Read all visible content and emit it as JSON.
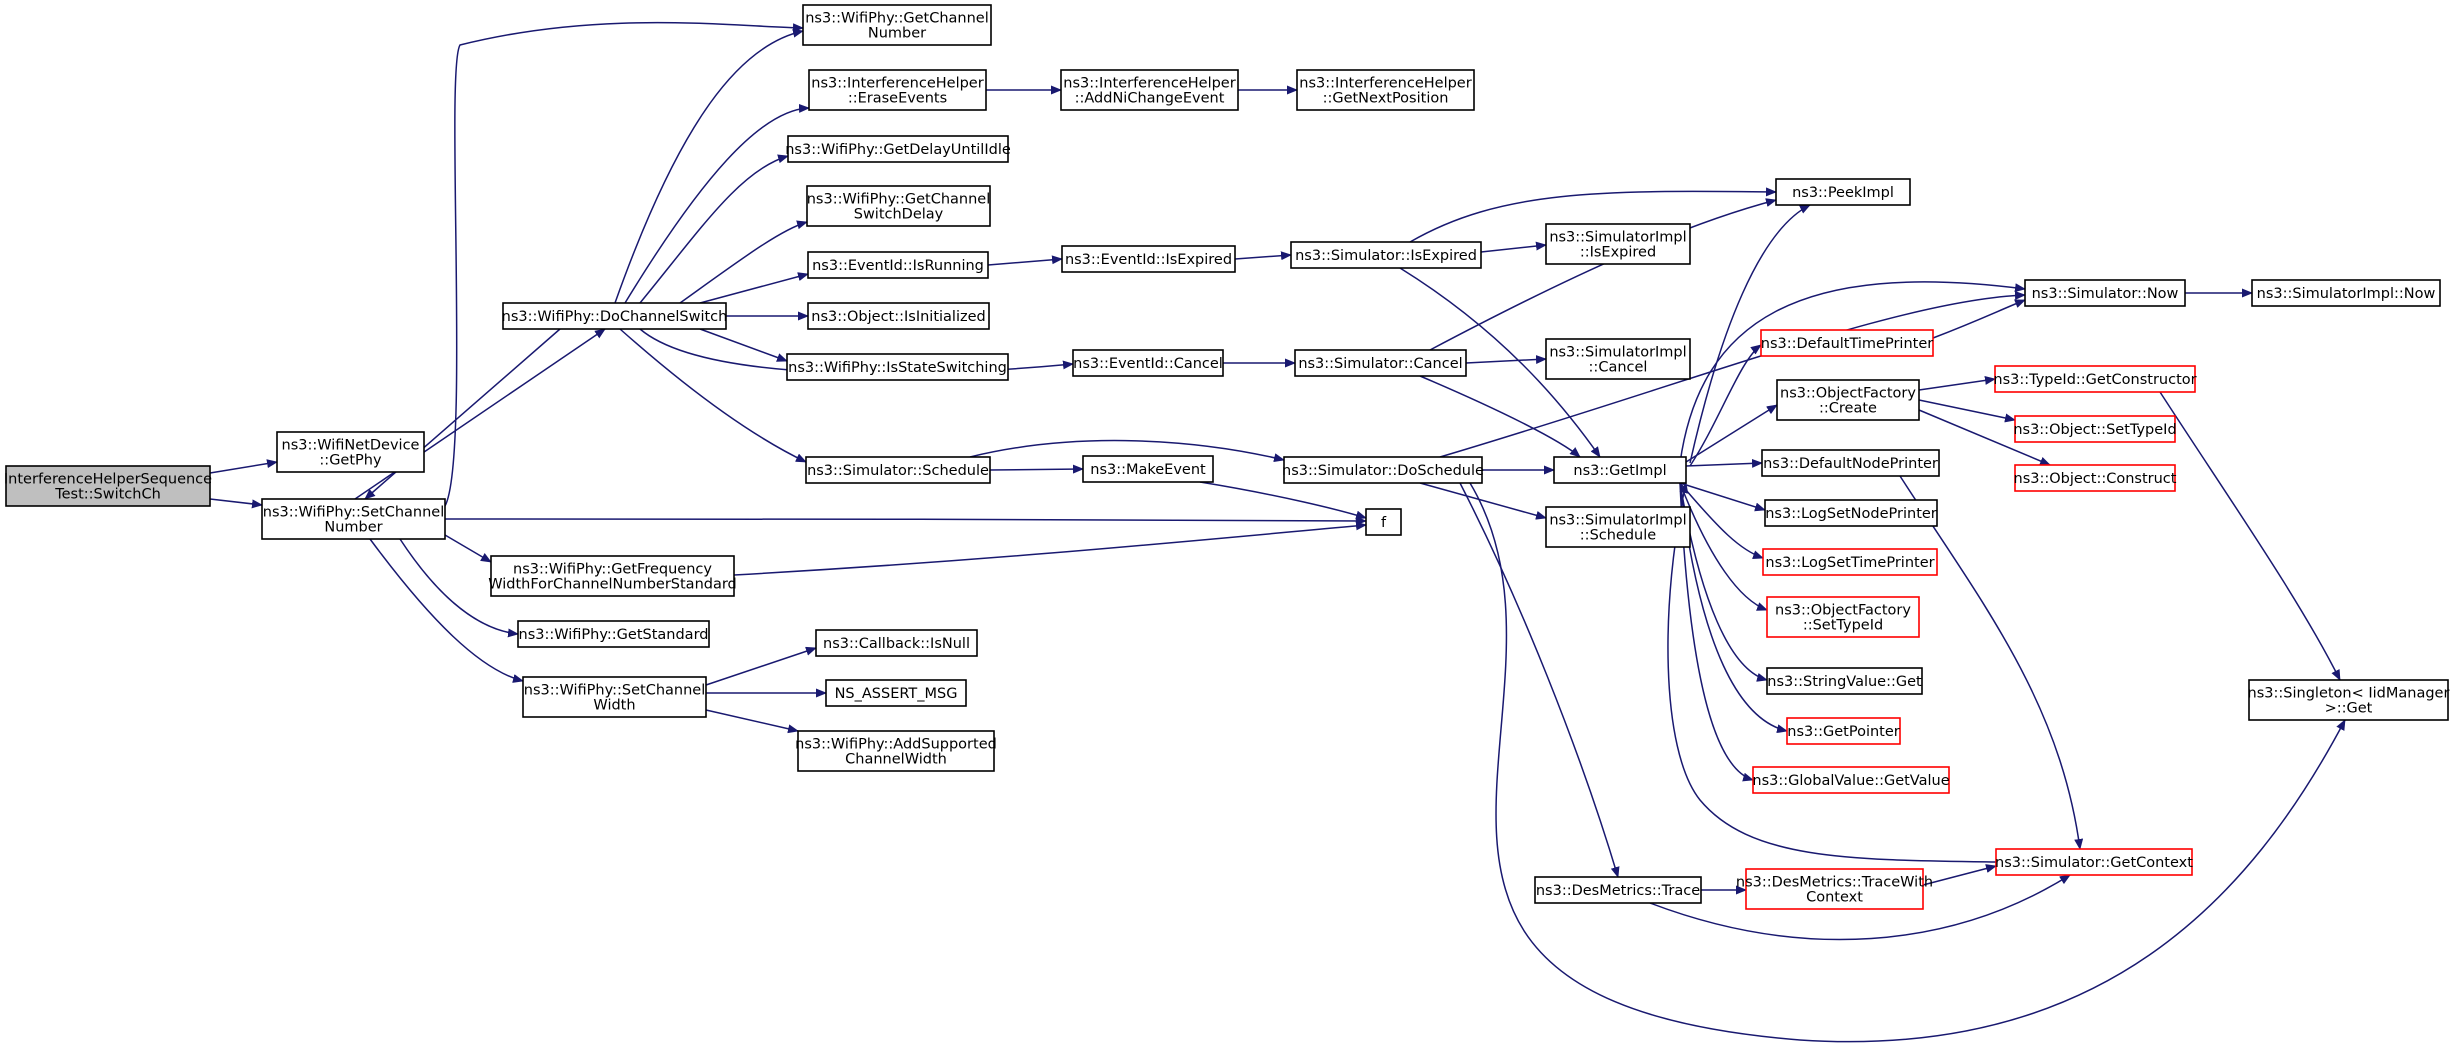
{
  "colors": {
    "edge": "#191970",
    "node_border_default": "#000000",
    "node_border_external": "#ff0000",
    "node_fill_default": "#ffffff",
    "node_fill_root": "#bfbfbf"
  },
  "nodes": [
    {
      "id": "root",
      "lines": [
        "InterferenceHelperSequence",
        "Test::SwitchCh"
      ],
      "style": "root"
    },
    {
      "id": "getphy",
      "lines": [
        "ns3::WifiNetDevice",
        "::GetPhy"
      ],
      "style": "normal"
    },
    {
      "id": "setchnum",
      "lines": [
        "ns3::WifiPhy::SetChannel",
        "Number"
      ],
      "style": "normal"
    },
    {
      "id": "getchnum",
      "lines": [
        "ns3::WifiPhy::GetChannel",
        "Number"
      ],
      "style": "normal"
    },
    {
      "id": "erase",
      "lines": [
        "ns3::InterferenceHelper",
        "::EraseEvents"
      ],
      "style": "normal"
    },
    {
      "id": "addni",
      "lines": [
        "ns3::InterferenceHelper",
        "::AddNiChangeEvent"
      ],
      "style": "normal"
    },
    {
      "id": "getnext",
      "lines": [
        "ns3::InterferenceHelper",
        "::GetNextPosition"
      ],
      "style": "normal"
    },
    {
      "id": "delayidle",
      "lines": [
        "ns3::WifiPhy::GetDelayUntilIdle"
      ],
      "style": "normal"
    },
    {
      "id": "swdelay",
      "lines": [
        "ns3::WifiPhy::GetChannel",
        "SwitchDelay"
      ],
      "style": "normal"
    },
    {
      "id": "isrunning",
      "lines": [
        "ns3::EventId::IsRunning"
      ],
      "style": "normal"
    },
    {
      "id": "isexpired",
      "lines": [
        "ns3::EventId::IsExpired"
      ],
      "style": "normal"
    },
    {
      "id": "simisexp",
      "lines": [
        "ns3::Simulator::IsExpired"
      ],
      "style": "normal"
    },
    {
      "id": "simimplisexp",
      "lines": [
        "ns3::SimulatorImpl",
        "::IsExpired"
      ],
      "style": "normal"
    },
    {
      "id": "peekimpl",
      "lines": [
        "ns3::PeekImpl"
      ],
      "style": "normal"
    },
    {
      "id": "dochsw",
      "lines": [
        "ns3::WifiPhy::DoChannelSwitch"
      ],
      "style": "normal"
    },
    {
      "id": "isinit",
      "lines": [
        "ns3::Object::IsInitialized"
      ],
      "style": "normal"
    },
    {
      "id": "isswitching",
      "lines": [
        "ns3::WifiPhy::IsStateSwitching"
      ],
      "style": "normal"
    },
    {
      "id": "cancel",
      "lines": [
        "ns3::EventId::Cancel"
      ],
      "style": "normal"
    },
    {
      "id": "simcancel",
      "lines": [
        "ns3::Simulator::Cancel"
      ],
      "style": "normal"
    },
    {
      "id": "simimplcancel",
      "lines": [
        "ns3::SimulatorImpl",
        "::Cancel"
      ],
      "style": "normal"
    },
    {
      "id": "simnow",
      "lines": [
        "ns3::Simulator::Now"
      ],
      "style": "normal"
    },
    {
      "id": "simimplnow",
      "lines": [
        "ns3::SimulatorImpl::Now"
      ],
      "style": "normal"
    },
    {
      "id": "deftimeprinter",
      "lines": [
        "ns3::DefaultTimePrinter"
      ],
      "style": "external"
    },
    {
      "id": "typeidgetctor",
      "lines": [
        "ns3::TypeId::GetConstructor"
      ],
      "style": "external"
    },
    {
      "id": "objfactcreate",
      "lines": [
        "ns3::ObjectFactory",
        "::Create"
      ],
      "style": "normal"
    },
    {
      "id": "objsettypeid",
      "lines": [
        "ns3::Object::SetTypeId"
      ],
      "style": "external"
    },
    {
      "id": "schedule",
      "lines": [
        "ns3::Simulator::Schedule"
      ],
      "style": "normal"
    },
    {
      "id": "makeevent",
      "lines": [
        "ns3::MakeEvent"
      ],
      "style": "normal"
    },
    {
      "id": "doschedule",
      "lines": [
        "ns3::Simulator::DoSchedule"
      ],
      "style": "normal"
    },
    {
      "id": "getimpl",
      "lines": [
        "ns3::GetImpl"
      ],
      "style": "normal"
    },
    {
      "id": "defnodeprinter",
      "lines": [
        "ns3::DefaultNodePrinter"
      ],
      "style": "normal"
    },
    {
      "id": "objconstruct",
      "lines": [
        "ns3::Object::Construct"
      ],
      "style": "external"
    },
    {
      "id": "f",
      "lines": [
        "f"
      ],
      "style": "normal"
    },
    {
      "id": "simimplschedule",
      "lines": [
        "ns3::SimulatorImpl",
        "::Schedule"
      ],
      "style": "normal"
    },
    {
      "id": "logsetnode",
      "lines": [
        "ns3::LogSetNodePrinter"
      ],
      "style": "normal"
    },
    {
      "id": "getfreqwidth",
      "lines": [
        "ns3::WifiPhy::GetFrequency",
        "WidthForChannelNumberStandard"
      ],
      "style": "normal"
    },
    {
      "id": "logsettime",
      "lines": [
        "ns3::LogSetTimePrinter"
      ],
      "style": "external"
    },
    {
      "id": "objfactsettypeid",
      "lines": [
        "ns3::ObjectFactory",
        "::SetTypeId"
      ],
      "style": "external"
    },
    {
      "id": "getstandard",
      "lines": [
        "ns3::WifiPhy::GetStandard"
      ],
      "style": "normal"
    },
    {
      "id": "cbisnull",
      "lines": [
        "ns3::Callback::IsNull"
      ],
      "style": "normal"
    },
    {
      "id": "strvalget",
      "lines": [
        "ns3::StringValue::Get"
      ],
      "style": "normal"
    },
    {
      "id": "setchwidth",
      "lines": [
        "ns3::WifiPhy::SetChannel",
        "Width"
      ],
      "style": "normal"
    },
    {
      "id": "nsassert",
      "lines": [
        "NS_ASSERT_MSG"
      ],
      "style": "normal"
    },
    {
      "id": "singletonget",
      "lines": [
        "ns3::Singleton< IidManager",
        " >::Get"
      ],
      "style": "normal"
    },
    {
      "id": "getpointer",
      "lines": [
        "ns3::GetPointer"
      ],
      "style": "external"
    },
    {
      "id": "addsupwidth",
      "lines": [
        "ns3::WifiPhy::AddSupported",
        "ChannelWidth"
      ],
      "style": "normal"
    },
    {
      "id": "globalgetvalue",
      "lines": [
        "ns3::GlobalValue::GetValue"
      ],
      "style": "external"
    },
    {
      "id": "simgetcontext",
      "lines": [
        "ns3::Simulator::GetContext"
      ],
      "style": "external"
    },
    {
      "id": "desmetricstrace",
      "lines": [
        "ns3::DesMetrics::Trace"
      ],
      "style": "normal"
    },
    {
      "id": "tracewithctx",
      "lines": [
        "ns3::DesMetrics::TraceWith",
        "Context"
      ],
      "style": "external"
    }
  ]
}
